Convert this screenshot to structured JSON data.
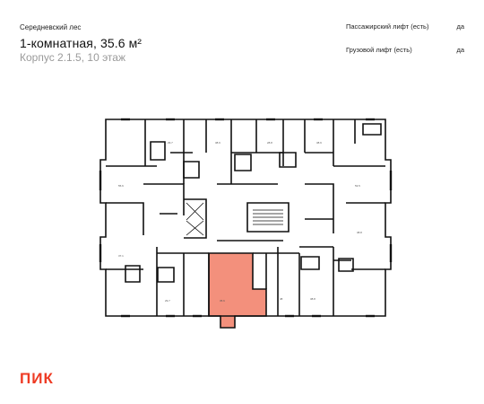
{
  "header": {
    "project": "Середневский лес",
    "title": "1-комнатная, 35.6 м²",
    "subtitle": "Корпус 2.1.5, 10 этаж"
  },
  "features": [
    {
      "label": "Пассажирский лифт (есть)",
      "value": "да"
    },
    {
      "label": "Грузовой лифт (есть)",
      "value": "да"
    }
  ],
  "plan": {
    "highlight_color": "#f3907c",
    "wall_color": "#111111"
  },
  "logo": "ПИК"
}
